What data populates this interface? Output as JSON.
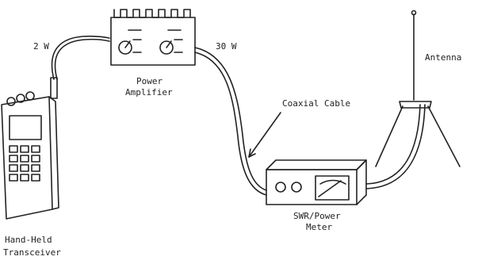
{
  "labels": {
    "input_power": "2 W",
    "output_power": "30 W",
    "amplifier_line1": "Power",
    "amplifier_line2": "Amplifier",
    "antenna": "Antenna",
    "cable": "Coaxial Cable",
    "meter_line1": "SWR/Power",
    "meter_line2": "Meter",
    "transceiver_line1": "Hand-Held",
    "transceiver_line2": "Transceiver"
  },
  "colors": {
    "ink": "#222222",
    "background": "#ffffff"
  }
}
